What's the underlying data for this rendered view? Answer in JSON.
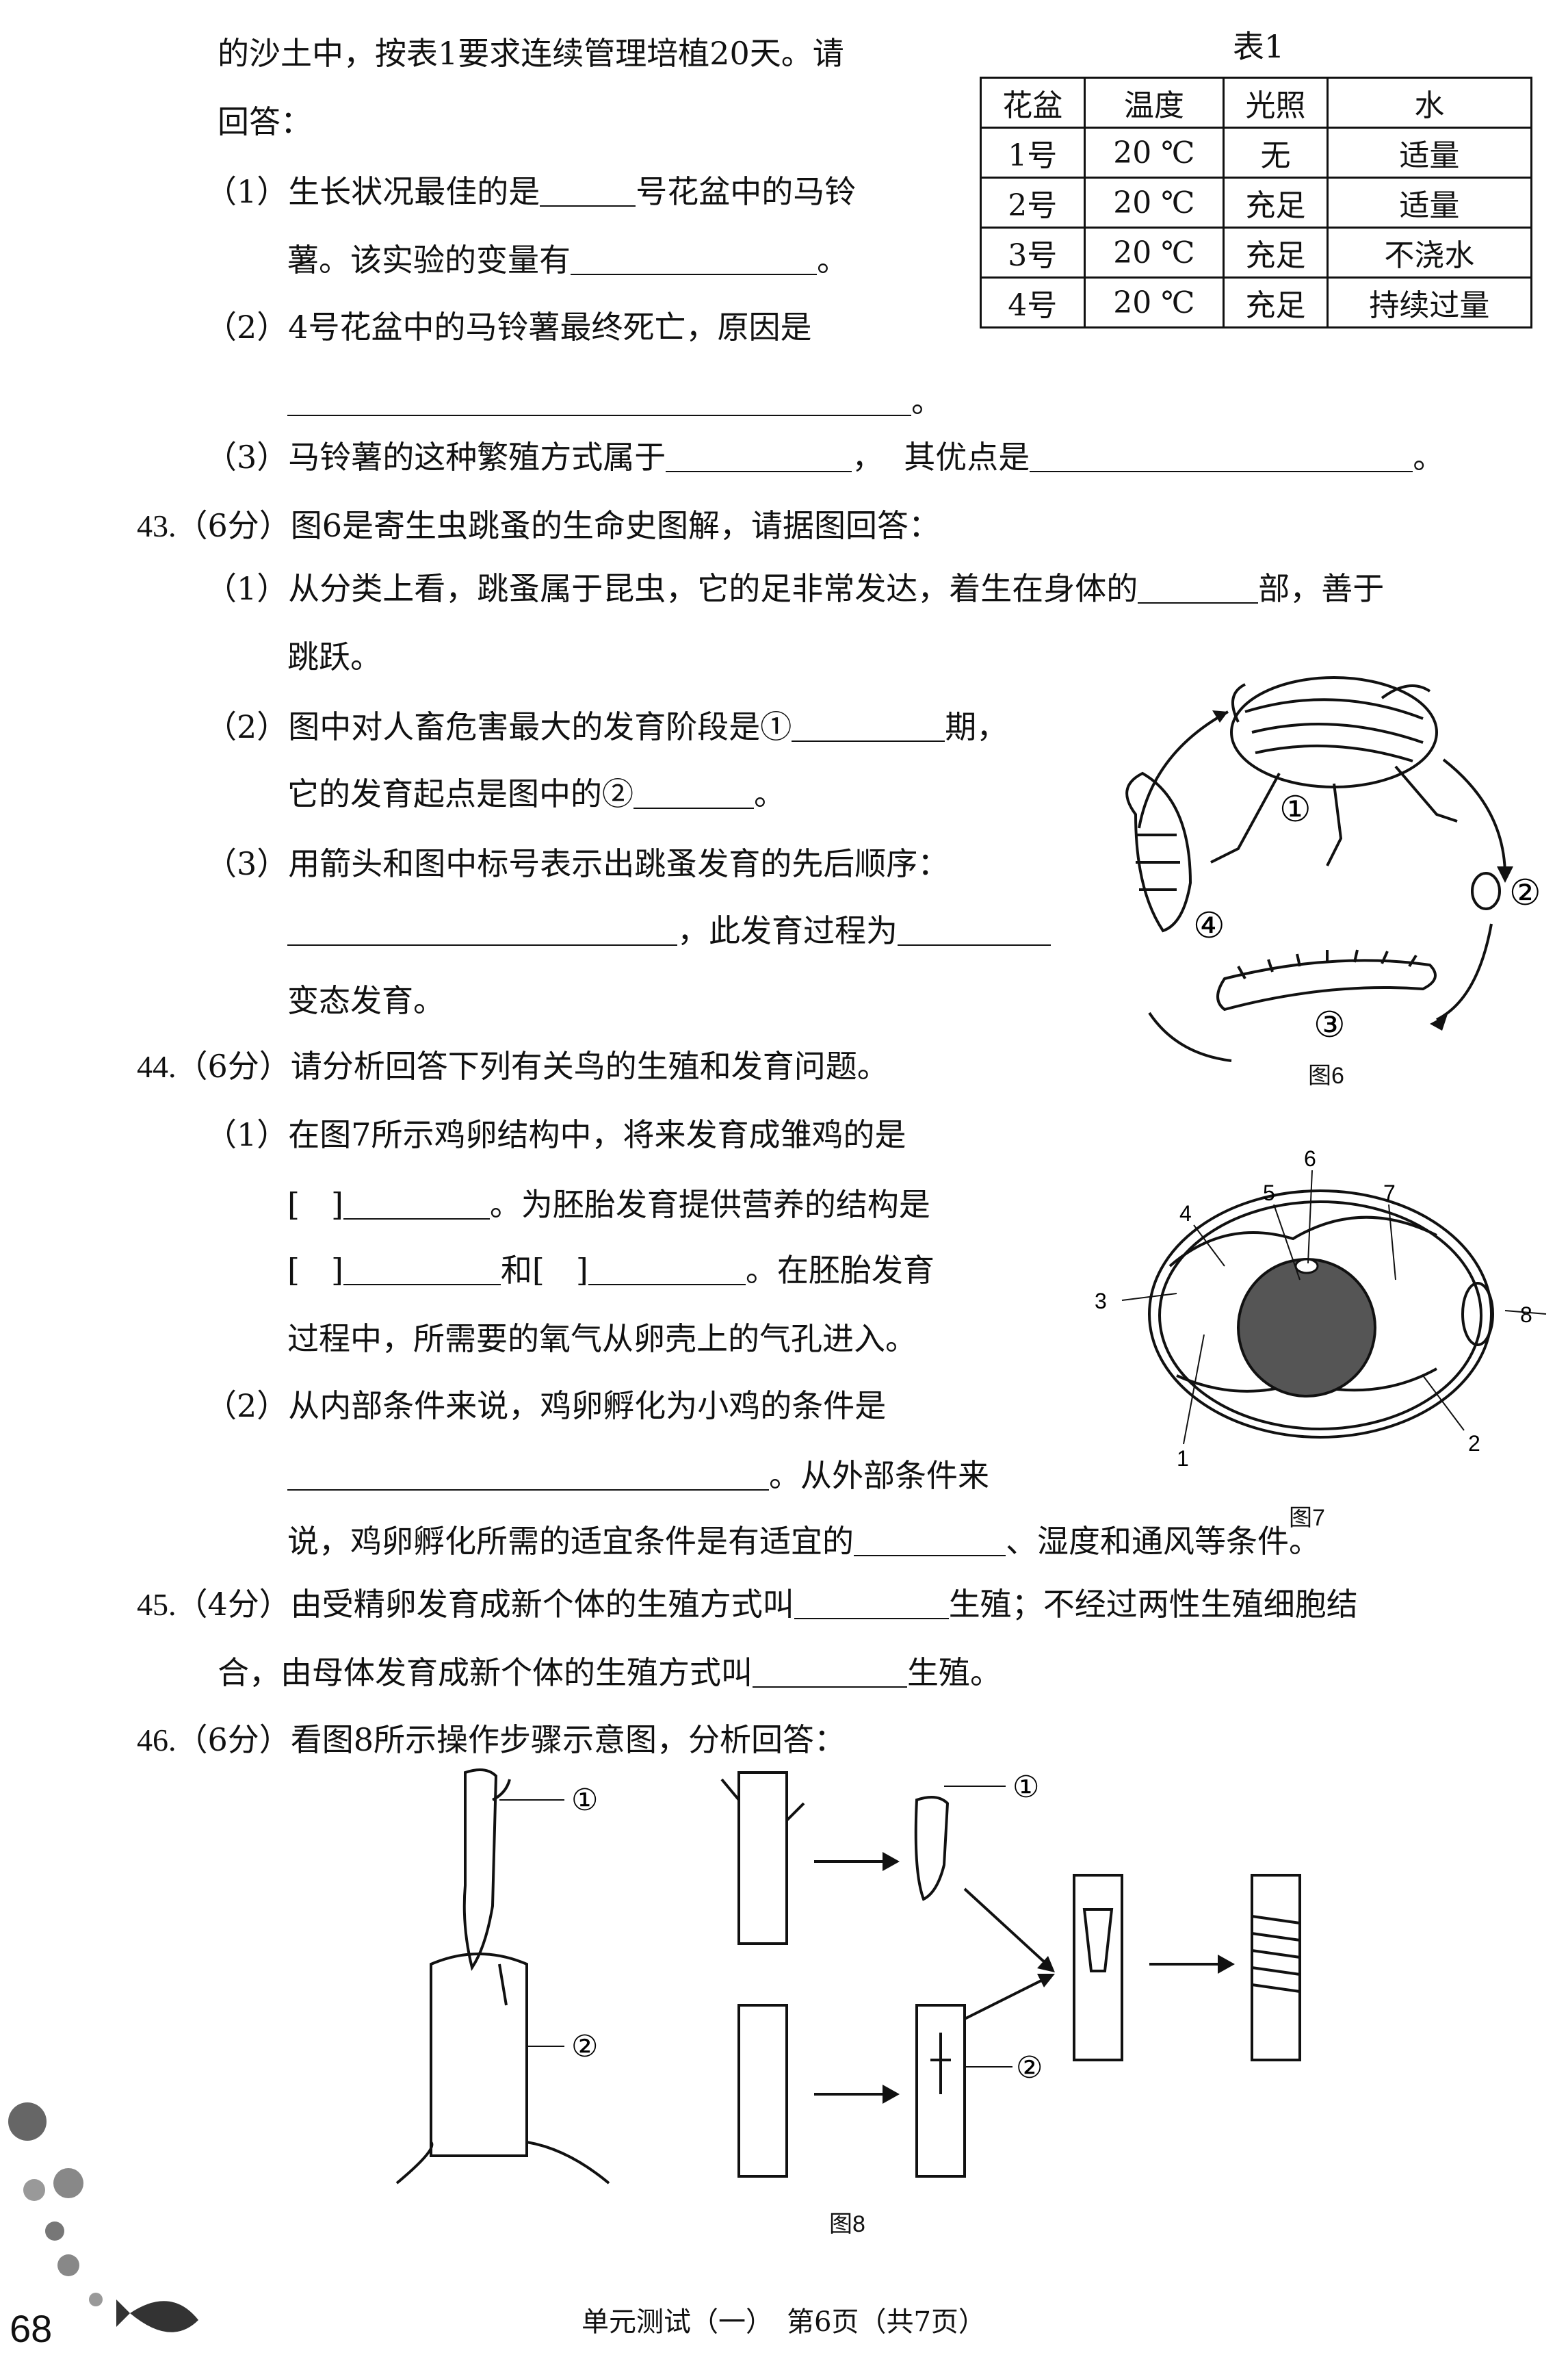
{
  "table1": {
    "title": "表1",
    "headers": [
      "花盆",
      "温度",
      "光照",
      "水"
    ],
    "rows": [
      [
        "1号",
        "20 ℃",
        "无",
        "适量"
      ],
      [
        "2号",
        "20 ℃",
        "充足",
        "适量"
      ],
      [
        "3号",
        "20 ℃",
        "充足",
        "不浇水"
      ],
      [
        "4号",
        "20 ℃",
        "充足",
        "持续过量"
      ]
    ]
  },
  "q42": {
    "intro_a": "的沙土中，按表1要求连续管理培植20天。请",
    "intro_b": "回答：",
    "p1a": "（1）生长状况最佳的是",
    "p1b": "号花盆中的马铃",
    "p1c": "薯。该实验的变量有",
    "p1d": "。",
    "p2a": "（2）4号花盆中的马铃薯最终死亡，原因是",
    "p2b": "。",
    "p3a": "（3）马铃薯的这种繁殖方式属于",
    "p3b": "，",
    "p3c": "其优点是",
    "p3d": "。"
  },
  "q43": {
    "num": "43.",
    "head": "（6分）图6是寄生虫跳蚤的生命史图解，请据图回答：",
    "p1a": "（1）从分类上看，跳蚤属于昆虫，它的足非常发达，着生在身体的",
    "p1b": "部，善于",
    "p1c": "跳跃。",
    "p2a": "（2）图中对人畜危害最大的发育阶段是①",
    "p2b": "期，",
    "p2c": "它的发育起点是图中的②",
    "p2d": "。",
    "p3a": "（3）用箭头和图中标号表示出跳蚤发育的先后顺序：",
    "p3b": "，此发育过程为",
    "p3c": "变态发育。",
    "fig_caption": "图6",
    "fig_labels": [
      "①",
      "②",
      "③",
      "④"
    ]
  },
  "q44": {
    "num": "44.",
    "head": "（6分）请分析回答下列有关鸟的生殖和发育问题。",
    "p1a": "（1）在图7所示鸡卵结构中，将来发育成雏鸡的是",
    "p1b_bracket": "[　]",
    "p1c": "。为胚胎发育提供营养的结构是",
    "p1d_bracket": "[　]",
    "p1e": "和",
    "p1f_bracket": "[　]",
    "p1g": "。在胚胎发育",
    "p1h": "过程中，所需要的氧气从卵壳上的气孔进入。",
    "p2a": "（2）从内部条件来说，鸡卵孵化为小鸡的条件是",
    "p2b": "。从外部条件来",
    "p2c": "说，鸡卵孵化所需的适宜条件是有适宜的",
    "p2d": "、湿度和通风等条件。",
    "fig_caption": "图7",
    "fig_labels": [
      "1",
      "2",
      "3",
      "4",
      "5",
      "6",
      "7",
      "8"
    ]
  },
  "q45": {
    "num": "45.",
    "a": "（4分）由受精卵发育成新个体的生殖方式叫",
    "b": "生殖；不经过两性生殖细胞结",
    "c": "合，由母体发育成新个体的生殖方式叫",
    "d": "生殖。"
  },
  "q46": {
    "num": "46.",
    "head": "（6分）看图8所示操作步骤示意图，分析回答：",
    "fig_caption": "图8",
    "fig_labels": [
      "①",
      "②",
      "①",
      "②"
    ]
  },
  "footer": {
    "page_number": "68",
    "center": "单元测试（一）　第6页（共7页）"
  }
}
